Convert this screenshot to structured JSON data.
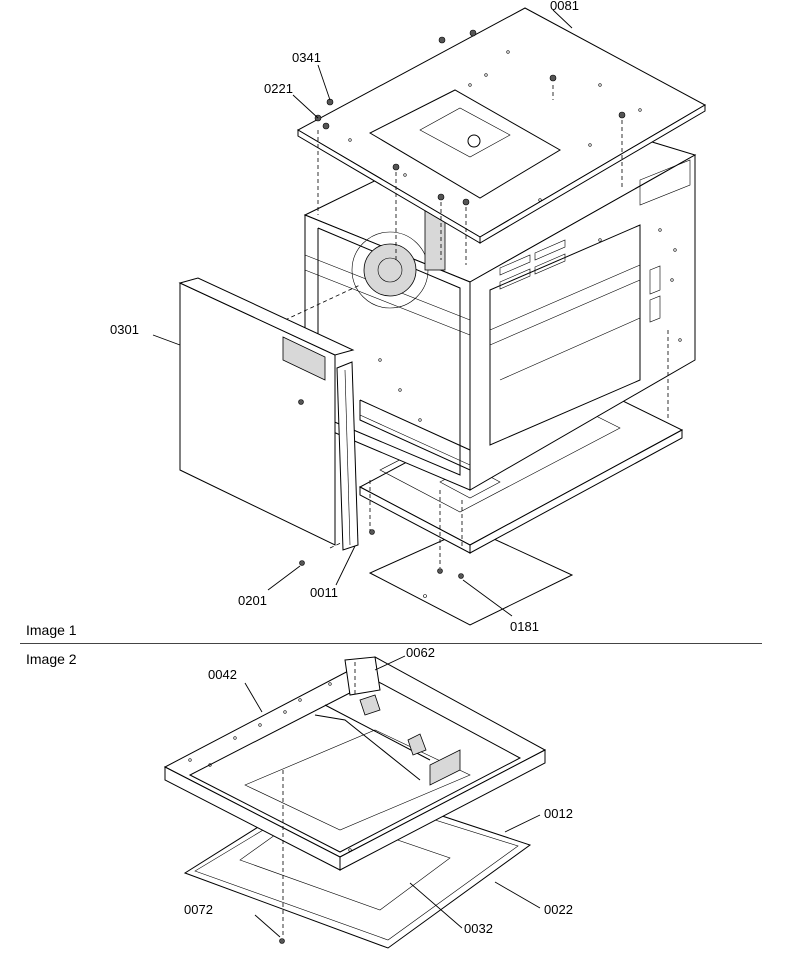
{
  "figure": {
    "image1": {
      "caption": "Image 1",
      "callouts": [
        "0081",
        "0341",
        "0221",
        "0301",
        "0201",
        "0011",
        "0181"
      ]
    },
    "image2": {
      "caption": "Image 2",
      "callouts": [
        "0062",
        "0042",
        "0012",
        "0022",
        "0072",
        "0032"
      ]
    }
  }
}
